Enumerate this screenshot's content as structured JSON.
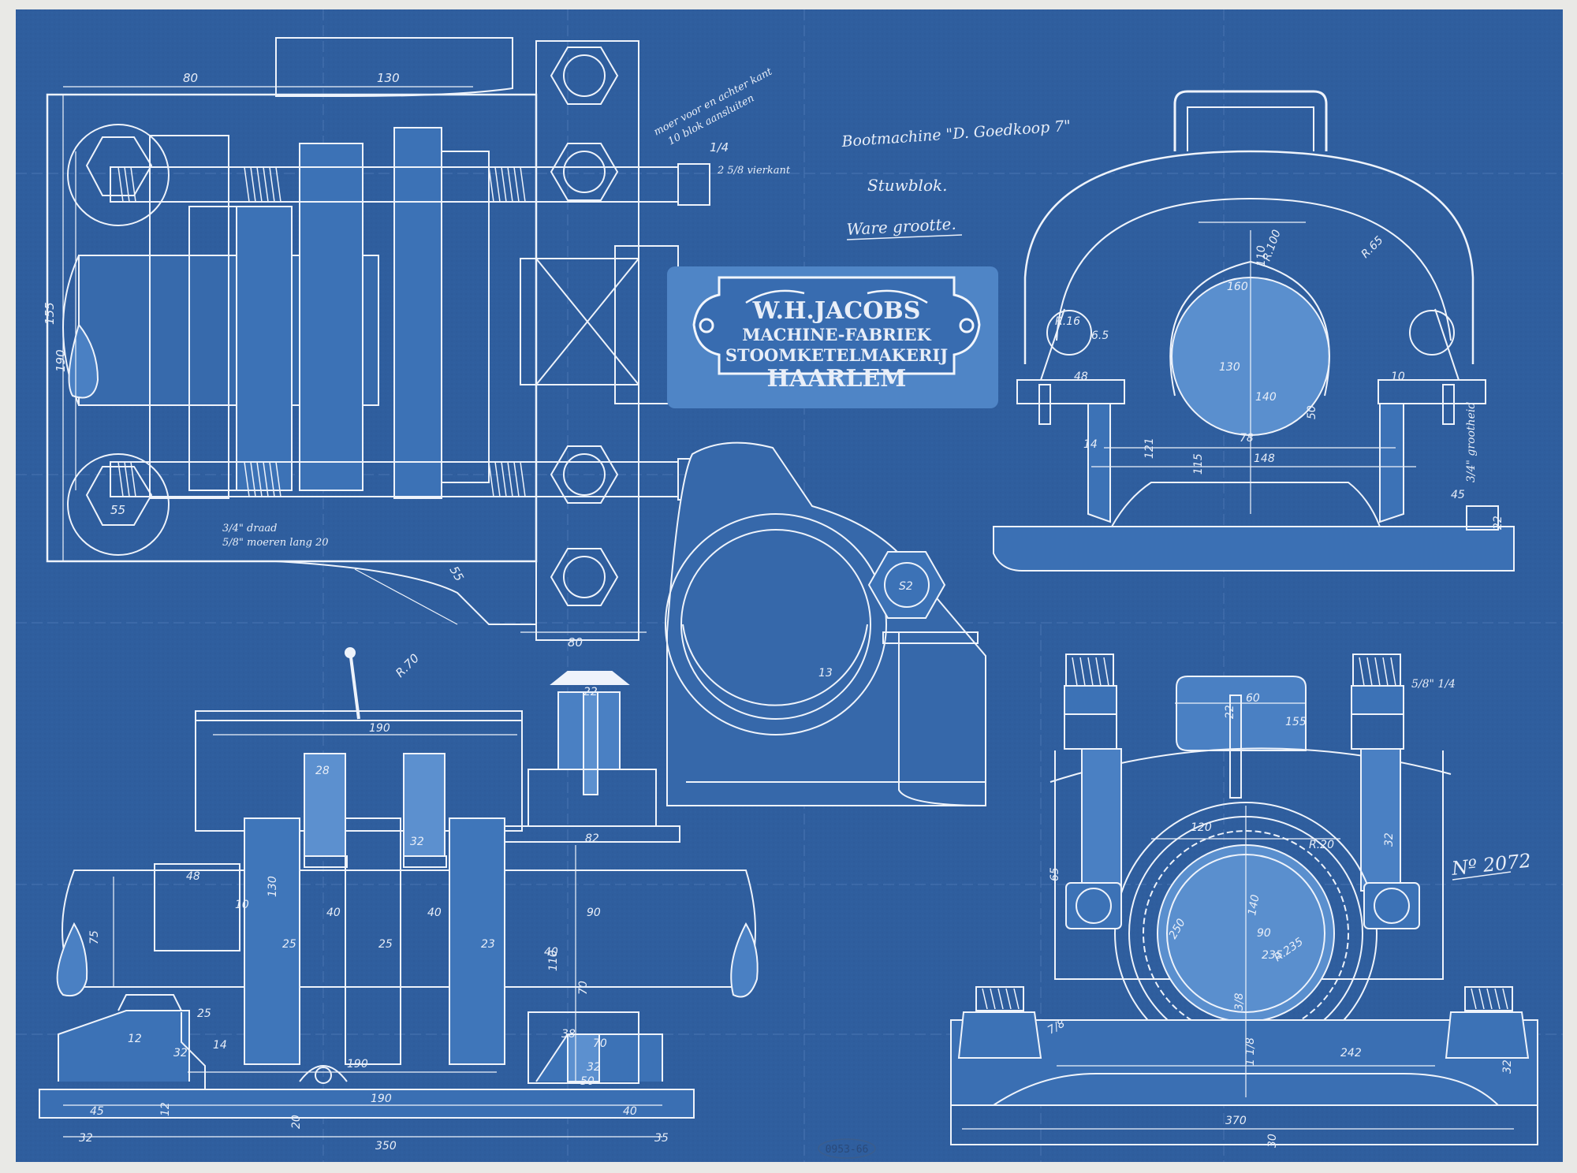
{
  "plate": {
    "line1": "W.H.JACOBS",
    "line2": "MACHINE-FABRIEK",
    "line3": "STOOMKETELMAKERIJ",
    "line4": "HAARLEM"
  },
  "title_notes": {
    "boat": "Bootmachine \"D. Goedkoop 7\"",
    "part": "Stuwblok.",
    "scale": "Ware grootte."
  },
  "drawing_number": "Nº 2072",
  "archive_stamp": "0953-66",
  "notes": {
    "nut_note_a": "moer voor en achter kant",
    "nut_note_b": "10 blok aansluiten",
    "threads": "3/4\" draad",
    "nuts": "5/8\" moeren lang 20",
    "small_bolt": "2 5/8 vierkant",
    "grade": "3/4\" grootheid",
    "right_bolt": "5/8\"  1/4"
  },
  "plan_view": {
    "dims": [
      "80",
      "130",
      "155",
      "190",
      "55",
      "80",
      "55",
      "1/4",
      "R.70"
    ]
  },
  "end_view": {
    "dims": [
      "R.100",
      "R.65",
      "110",
      "160",
      "130",
      "140",
      "121",
      "115",
      "148",
      "78",
      "50",
      "48",
      "14",
      "10",
      "45",
      "22",
      "R.16",
      "6.5"
    ]
  },
  "side_view": {
    "dims": [
      "190",
      "28",
      "32",
      "130",
      "40",
      "40",
      "25",
      "25",
      "23",
      "48",
      "10",
      "75",
      "90",
      "110",
      "70",
      "40",
      "190",
      "25",
      "14",
      "45",
      "32",
      "12",
      "190",
      "350",
      "40",
      "35",
      "20",
      "32",
      "12",
      "22",
      "70",
      "38",
      "82",
      "32",
      "50"
    ]
  },
  "section_view": {
    "dims": [
      "155",
      "60",
      "22",
      "120",
      "7/8",
      "65",
      "32",
      "140",
      "90",
      "R.235",
      "R.20",
      "235",
      "250",
      "242",
      "370",
      "1 1/8",
      "30",
      "32",
      "3/8"
    ]
  }
}
